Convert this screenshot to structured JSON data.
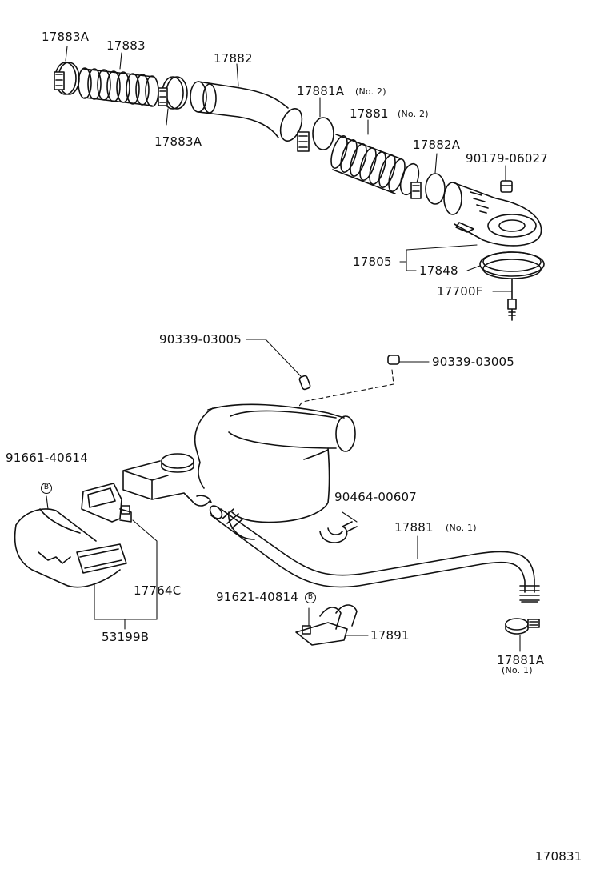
{
  "parts": {
    "p17883A_top": "17883A",
    "p17883": "17883",
    "p17883A_bottom": "17883A",
    "p17882": "17882",
    "p17881A_no2": "17881A",
    "p17881A_no2_note": "(No. 2)",
    "p17881_no2": "17881",
    "p17881_no2_note": "(No. 2)",
    "p17882A": "17882A",
    "p90179": "90179-06027",
    "p17805": "17805",
    "p17848": "17848",
    "p17700F": "17700F",
    "p90339_left": "90339-03005",
    "p90339_right": "90339-03005",
    "p91661": "91661-40614",
    "p90464": "90464-00607",
    "p17881_no1": "17881",
    "p17881_no1_note": "(No. 1)",
    "p17764C": "17764C",
    "p91621": "91621-40814",
    "p17891": "17891",
    "p53199B": "53199B",
    "p17881A_no1": "17881A",
    "p17881A_no1_note": "(No. 1)"
  },
  "markers": {
    "bolt_marker": "B"
  },
  "diagram_id": "170831"
}
